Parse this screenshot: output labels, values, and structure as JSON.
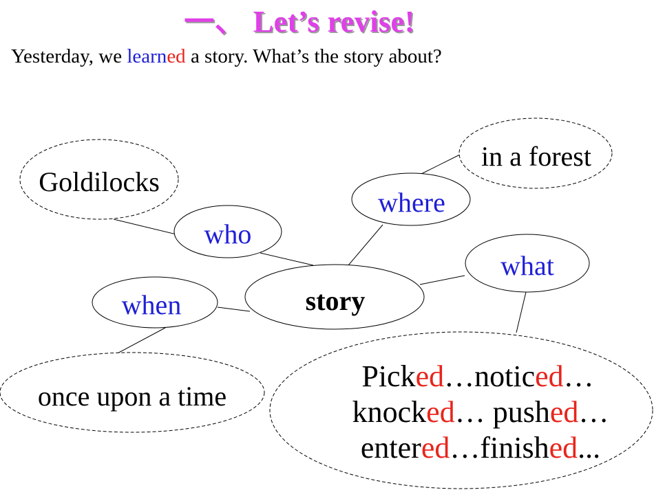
{
  "colors": {
    "title": "#e040e8",
    "keyword_blue": "#1f1fd6",
    "suffix_red": "#e8251c",
    "text": "#000000",
    "lines": "#000000"
  },
  "header": {
    "title_prefix": "一、",
    "title_main": "Let’s revise!"
  },
  "question": {
    "part1": "Yesterday, we ",
    "verb_stem": "learn",
    "verb_suffix": "ed",
    "part2": " a story. What’s the story about?"
  },
  "mindmap": {
    "center": "story",
    "branches": {
      "who": {
        "label": "who",
        "answer": "Goldilocks"
      },
      "where": {
        "label": "where",
        "answer": "in a forest"
      },
      "what": {
        "label": "what"
      },
      "when": {
        "label": "when",
        "answer": "once upon a time"
      }
    },
    "verbs_line1": [
      {
        "stem": "Pick",
        "suffix": "ed",
        "after": "…"
      },
      {
        "stem": "notic",
        "suffix": "ed",
        "after": "…"
      }
    ],
    "verbs_line2": [
      {
        "stem": "knock",
        "suffix": "ed",
        "after": "… "
      },
      {
        "stem": "push",
        "suffix": "ed",
        "after": "…"
      }
    ],
    "verbs_line3": [
      {
        "stem": "enter",
        "suffix": "ed",
        "after": "…"
      },
      {
        "stem": "finish",
        "suffix": "ed",
        "after": "..."
      }
    ]
  }
}
